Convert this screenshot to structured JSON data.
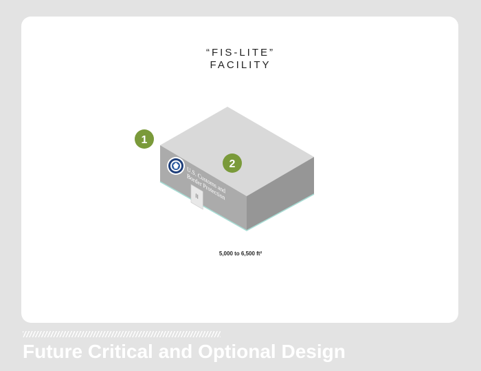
{
  "title_line1": "“FIS-LITE”",
  "title_line2": "FACILITY",
  "callouts": [
    {
      "label": "1"
    },
    {
      "label": "2"
    }
  ],
  "sign_line1": "U.S. Customs and",
  "sign_line2": "Border Protection",
  "area_label": "5,000 to 6,500 ft²",
  "footer_title": "Future Critical and Optional Design",
  "colors": {
    "background": "#e3e3e3",
    "card": "#ffffff",
    "callout": "#7a9a3a",
    "roof": "#d9d9d9",
    "front_face": "#aaaaaa",
    "side_face": "#959595",
    "base_line": "#a8dcd4"
  },
  "icons": [
    "dhs-seal-icon"
  ]
}
